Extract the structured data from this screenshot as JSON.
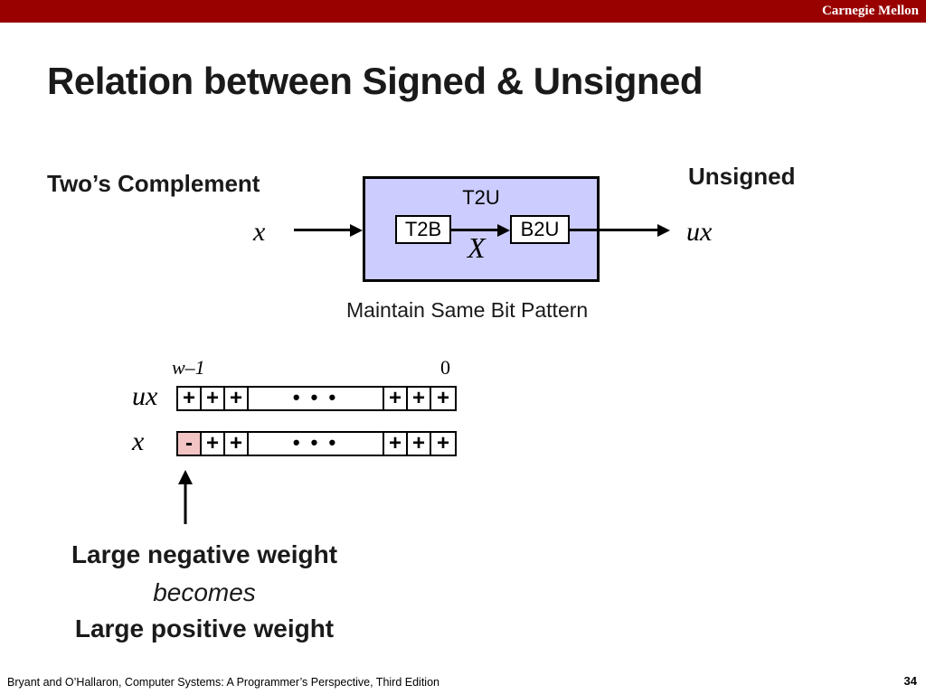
{
  "header": {
    "brand": "Carnegie Mellon"
  },
  "slide": {
    "title": "Relation between Signed & Unsigned"
  },
  "diagram": {
    "left_label": "Two’s Complement",
    "right_label": "Unsigned",
    "input_var": "x",
    "output_var": "ux",
    "outer_box_label": "T2U",
    "box1_label": "T2B",
    "box2_label": "B2U",
    "middle_var": "X",
    "caption": "Maintain Same Bit Pattern",
    "box_color": "#ccccff"
  },
  "bits": {
    "msb_index": "w–1",
    "lsb_index": "0",
    "rows": [
      {
        "label": "ux",
        "cells": [
          "+",
          "+",
          "+",
          "• • •",
          "+",
          "+",
          "+"
        ]
      },
      {
        "label": "x",
        "cells": [
          "-",
          "+",
          "+",
          "• • •",
          "+",
          "+",
          "+"
        ]
      }
    ],
    "negative_cell_color": "#f2c4c4"
  },
  "note": {
    "line1": "Large negative weight",
    "line2": "becomes",
    "line3": "Large positive weight"
  },
  "footer": {
    "citation": "Bryant and O’Hallaron, Computer Systems: A Programmer’s Perspective, Third Edition",
    "page": "34"
  }
}
